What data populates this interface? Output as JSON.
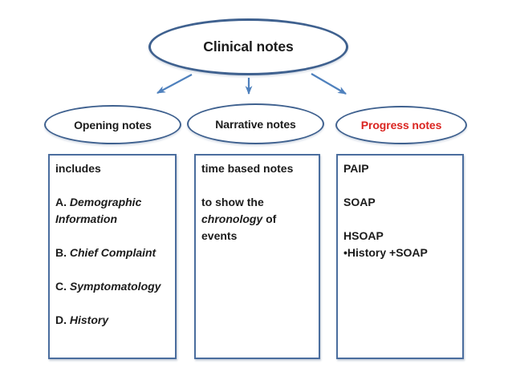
{
  "diagram": {
    "root": {
      "label": "Clinical notes"
    },
    "children": [
      {
        "label": "Opening notes"
      },
      {
        "label": "Narrative notes"
      },
      {
        "label": "Progress notes",
        "emphasis": "red"
      }
    ],
    "boxes": [
      {
        "lines": [
          [
            {
              "t": "includes"
            }
          ],
          [],
          [
            {
              "t": "A. "
            },
            {
              "t": "Demographic",
              "i": true
            }
          ],
          [
            {
              "t": "Information",
              "i": true
            }
          ],
          [],
          [
            {
              "t": "B. "
            },
            {
              "t": "Chief Complaint",
              "i": true
            }
          ],
          [],
          [
            {
              "t": "C. "
            },
            {
              "t": "Symptomatology",
              "i": true
            }
          ],
          [],
          [
            {
              "t": "D. "
            },
            {
              "t": "History",
              "i": true
            }
          ]
        ]
      },
      {
        "lines": [
          [
            {
              "t": "time based notes"
            }
          ],
          [],
          [
            {
              "t": "to show the"
            }
          ],
          [
            {
              "t": "chronology",
              "i": true
            },
            {
              "t": " of"
            }
          ],
          [
            {
              "t": "events"
            }
          ]
        ]
      },
      {
        "lines": [
          [
            {
              "t": "PAIP"
            }
          ],
          [],
          [
            {
              "t": "SOAP"
            }
          ],
          [],
          [
            {
              "t": "HSOAP"
            }
          ],
          [
            {
              "t": "•History +SOAP"
            }
          ]
        ]
      }
    ],
    "colors": {
      "ellipse_border": "#3f618f",
      "box_border": "#4a6d9e",
      "arrow": "#4f81bd",
      "red_text": "#da2420",
      "text": "#1b1b1b"
    }
  }
}
